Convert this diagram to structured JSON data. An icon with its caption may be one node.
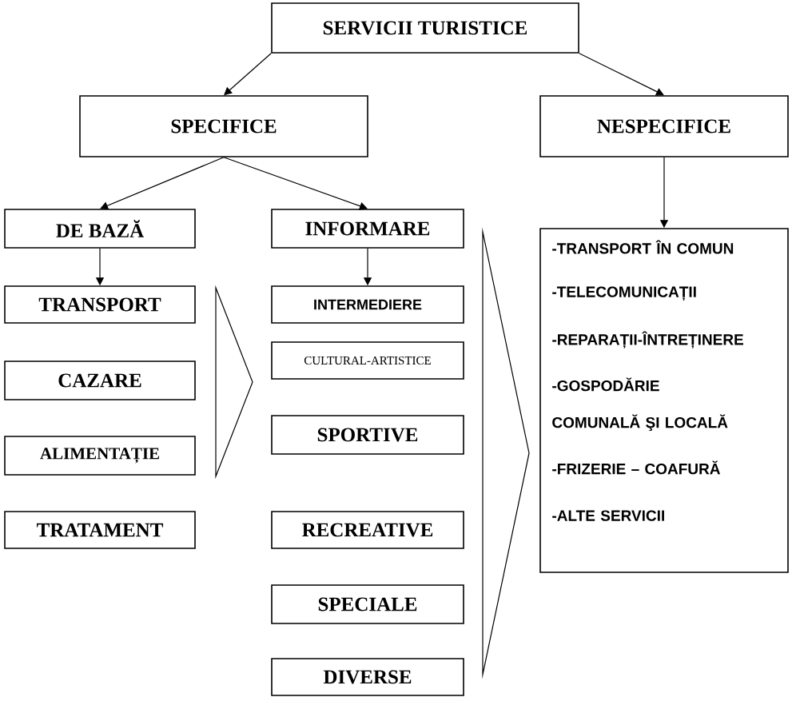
{
  "diagram": {
    "nodes": [
      {
        "text": [
          "SERVICII TURISTICE"
        ]
      },
      {
        "text": [
          "SPECIFICE"
        ]
      },
      {
        "text": [
          "NESPECIFICE"
        ]
      },
      {
        "text": [
          "DE BAZĂ"
        ]
      },
      {
        "text": [
          "INFORMARE"
        ]
      },
      {
        "text": [
          "TRANSPORT"
        ]
      },
      {
        "text": [
          "CAZARE"
        ]
      },
      {
        "text": [
          "ALIMENTAȚIE"
        ]
      },
      {
        "text": [
          "TRATAMENT"
        ]
      },
      {
        "text": [
          "INTERMEDIERE"
        ]
      },
      {
        "text": [
          "CULTURAL-ARTISTICE"
        ]
      },
      {
        "text": [
          "SPORTIVE"
        ]
      },
      {
        "text": [
          "RECREATIVE"
        ]
      },
      {
        "text": [
          "SPECIALE"
        ]
      },
      {
        "text": [
          "DIVERSE"
        ]
      },
      {
        "text": [
          "-TRANSPORT ÎN COMUN",
          "-TELECOMUNICAȚII",
          "-REPARAȚII-ÎNTREȚINERE",
          "-GOSPODĂRIE COMUNALĂ ŞI LOCALĂ",
          "-FRIZERIE – COAFURĂ",
          "-ALTE SERVICII"
        ]
      },
      {
        "text": [],
        "shape": "triangle"
      },
      {
        "text": [],
        "shape": "triangle"
      }
    ],
    "edges": [
      {
        "from": 0,
        "to": 1,
        "arrow": "to"
      },
      {
        "from": 0,
        "to": 2,
        "arrow": "to"
      },
      {
        "from": 1,
        "to": 3,
        "arrow": "to"
      },
      {
        "from": 1,
        "to": 4,
        "arrow": "to"
      },
      {
        "from": 3,
        "to": 5,
        "arrow": "to"
      },
      {
        "from": 4,
        "to": 9,
        "arrow": "to"
      },
      {
        "from": 2,
        "to": 15,
        "arrow": "to"
      }
    ]
  }
}
